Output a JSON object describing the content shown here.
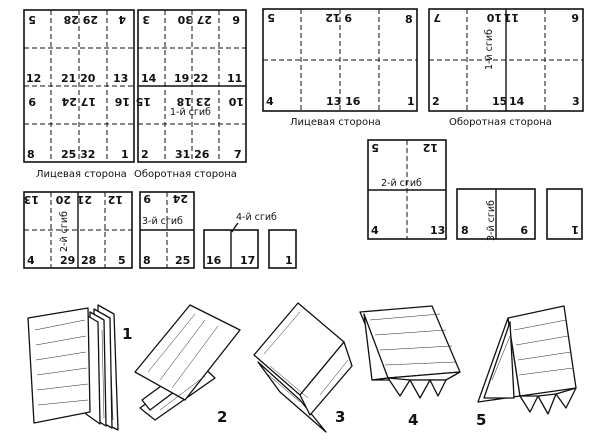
{
  "captions": {
    "left_front": "Лицевая сторона",
    "left_back": "Оборотная сторона",
    "right_front": "Лицевая сторона",
    "right_back": "Оборотная сторона"
  },
  "folds": {
    "fold1_left": "1-й сгиб",
    "fold1_right": "1-й сгиб",
    "fold2_left": "2-й сгиб",
    "fold2_right": "2-й сгиб",
    "fold3_left": "3-й сгиб",
    "fold3_right": "3-й сгиб",
    "fold4": "4-й сгиб"
  },
  "sheet_a": {
    "top": [
      "5",
      "29 28",
      "4"
    ],
    "mid_top": [
      "12",
      "21 20",
      "13"
    ],
    "mid_inv": [
      "9",
      "17 24",
      "16"
    ],
    "bottom": [
      "8",
      "25 32",
      "1"
    ]
  },
  "sheet_b": {
    "top": [
      "3",
      "27 30",
      "6"
    ],
    "mid_top": [
      "14",
      "19 22",
      "11"
    ],
    "mid_inv": [
      "15",
      "23 18",
      "10"
    ],
    "bottom": [
      "2",
      "31 26",
      "7"
    ]
  },
  "sheet_c": {
    "top": [
      "5",
      "9 12",
      "8"
    ],
    "bottom": [
      "4",
      "13 16",
      "1"
    ]
  },
  "sheet_d": {
    "top": [
      "7",
      "10",
      "11",
      "6"
    ],
    "bottom": [
      "2",
      "15",
      "14",
      "3"
    ]
  },
  "small_left_1": {
    "top": [
      "13",
      "20",
      "21",
      "12"
    ],
    "bottom": [
      "4",
      "29",
      "28",
      "5"
    ]
  },
  "small_left_2": {
    "top": [
      "9",
      "24"
    ],
    "bottom": [
      "8",
      "25"
    ]
  },
  "small_left_3": [
    "16",
    "17"
  ],
  "small_left_4": "1",
  "small_right_1": {
    "top": [
      "5",
      "12"
    ],
    "bottom": [
      "4",
      "13"
    ]
  },
  "small_right_2": [
    "8",
    "9"
  ],
  "small_right_3": "1",
  "figure_labels": [
    "1",
    "2",
    "3",
    "4",
    "5"
  ]
}
